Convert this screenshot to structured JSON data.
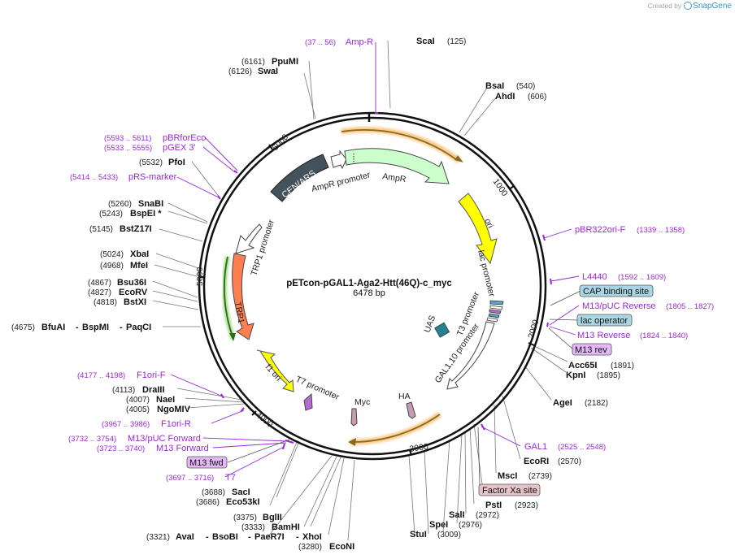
{
  "credit": {
    "prefix": "Created by",
    "brand": "SnapGene"
  },
  "plasmid": {
    "name": "pETcon-pGAL1-Aga2-Htt(46Q)-c_myc",
    "size": "6478 bp"
  },
  "ticks": [
    "1000",
    "2000",
    "3000",
    "4000",
    "5000",
    "6000"
  ],
  "features": {
    "ori": "ori",
    "ampr": "AmpR",
    "ampr_promoter": "AmpR promoter",
    "cen_ars": "CEN/ARS",
    "trp1": "TRP1",
    "trp1_promoter": "TRP1 promoter",
    "f1_ori": "f1 ori",
    "t7_promoter": "T7 promoter",
    "myc": "Myc",
    "ha": "HA",
    "gal_promoter": "GAL1,10 promoter",
    "t3_promoter": "T3 promoter",
    "lac_promoter": "lac promoter",
    "uas": "UAS"
  },
  "enzymes": [
    {
      "name": "ScaI",
      "pos": "(125)"
    },
    {
      "name": "BsaI",
      "pos": "(540)"
    },
    {
      "name": "AhdI",
      "pos": "(606)"
    },
    {
      "name": "Acc65I",
      "pos": "(1891)"
    },
    {
      "name": "KpnI",
      "pos": "(1895)"
    },
    {
      "name": "AgeI",
      "pos": "(2182)"
    },
    {
      "name": "EcoRI",
      "pos": "(2570)"
    },
    {
      "name": "MscI",
      "pos": "(2739)"
    },
    {
      "name": "PstI",
      "pos": "(2923)"
    },
    {
      "name": "SalI",
      "pos": "(2972)"
    },
    {
      "name": "SpeI",
      "pos": "(2976)"
    },
    {
      "name": "StuI",
      "pos": "(3009)"
    },
    {
      "name": "EcoNI",
      "pos": "(3280)"
    },
    {
      "name": "BglII",
      "pos": "(3375)"
    },
    {
      "name": "BamHI",
      "pos": "(3333)"
    },
    {
      "name": "SacI",
      "pos": "(3688)"
    },
    {
      "name": "Eco53kI",
      "pos": "(3686)"
    },
    {
      "name": "NgoMIV",
      "pos": "(4005)"
    },
    {
      "name": "NaeI",
      "pos": "(4007)"
    },
    {
      "name": "DraIII",
      "pos": "(4113)"
    },
    {
      "name": "BstXI",
      "pos": "(4818)"
    },
    {
      "name": "EcoRV",
      "pos": "(4827)"
    },
    {
      "name": "Bsu36I",
      "pos": "(4867)"
    },
    {
      "name": "MfeI",
      "pos": "(4968)"
    },
    {
      "name": "XbaI",
      "pos": "(5024)"
    },
    {
      "name": "BstZ17I",
      "pos": "(5145)"
    },
    {
      "name": "BspEI *",
      "pos": "(5243)"
    },
    {
      "name": "SnaBI",
      "pos": "(5260)"
    },
    {
      "name": "PfoI",
      "pos": "(5532)"
    },
    {
      "name": "SwaI",
      "pos": "(6126)"
    },
    {
      "name": "PpuMI",
      "pos": "(6161)"
    }
  ],
  "multi": {
    "avai_pos": "(3321)",
    "avai": "AvaI",
    "bsobi": "BsoBI",
    "paer7i": "PaeR7I",
    "xhoi": "XhoI",
    "bfuai_pos": "(4675)",
    "bfuai": "BfuAI",
    "bspmi": "BspMI",
    "paqci": "PaqCI",
    "sep": "-"
  },
  "primers": [
    {
      "name": "Amp-R",
      "pos": "(37 .. 56)"
    },
    {
      "name": "pBR322ori-F",
      "pos": "(1339 .. 1358)"
    },
    {
      "name": "L4440",
      "pos": "(1592 .. 1609)"
    },
    {
      "name": "M13/pUC Reverse",
      "pos": "(1805 .. 1827)"
    },
    {
      "name": "M13 Reverse",
      "pos": "(1824 .. 1840)"
    },
    {
      "name": "GAL1",
      "pos": "(2525 .. 2548)"
    },
    {
      "name": "T7",
      "pos": "(3697 .. 3716)"
    },
    {
      "name": "M13 Forward",
      "pos": "(3723 .. 3740)"
    },
    {
      "name": "M13/pUC Forward",
      "pos": "(3732 .. 3754)"
    },
    {
      "name": "F1ori-R",
      "pos": "(3967 .. 3986)"
    },
    {
      "name": "F1ori-F",
      "pos": "(4177 .. 4198)"
    },
    {
      "name": "pRS-marker",
      "pos": "(5414 .. 5433)"
    },
    {
      "name": "pGEX 3'",
      "pos": "(5533 .. 5555)"
    },
    {
      "name": "pBRforEco",
      "pos": "(5593 .. 5611)"
    }
  ],
  "boxes": {
    "cap": "CAP binding site",
    "lacop": "lac operator",
    "m13rev": "M13 rev",
    "factorxa": "Factor Xa site",
    "m13fwd": "M13 fwd"
  },
  "colors": {
    "backbone": "#111111",
    "primer": "#9c27d6",
    "ori": "#ffff00",
    "ampr": "#ccffcc",
    "cen_ars": "#44525c",
    "trp1": "#ff7f50",
    "uas": "#2a7f8f",
    "myc": "#c79bb0",
    "cap_box": "#a9d6e5",
    "lac_box": "#a9d6e5",
    "m13_box": "#e4b8f7",
    "factorxa_box": "#e6c3c8"
  }
}
